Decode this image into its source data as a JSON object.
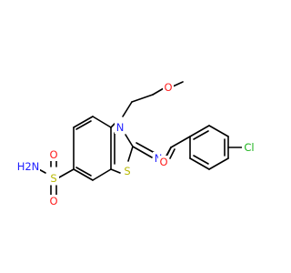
{
  "molecule": {
    "atoms": {
      "n_ring": {
        "label": "N",
        "color": "#1f1fff"
      },
      "s_ring": {
        "label": "S",
        "color": "#b8b800"
      },
      "n_imine": {
        "label": "N",
        "color": "#1f1fff"
      },
      "o_ether": {
        "label": "O",
        "color": "#ff2020"
      },
      "o_carbonyl": {
        "label": "O",
        "color": "#ff2020"
      },
      "cl": {
        "label": "Cl",
        "color": "#1db31d"
      },
      "s_sulfonyl": {
        "label": "S",
        "color": "#b8b800"
      },
      "o_sulfonyl_top": {
        "label": "O",
        "color": "#ff2020"
      },
      "o_sulfonyl_bottom": {
        "label": "O",
        "color": "#ff2020"
      },
      "nh2": {
        "label": "H2N",
        "color": "#1f1fff"
      }
    }
  }
}
